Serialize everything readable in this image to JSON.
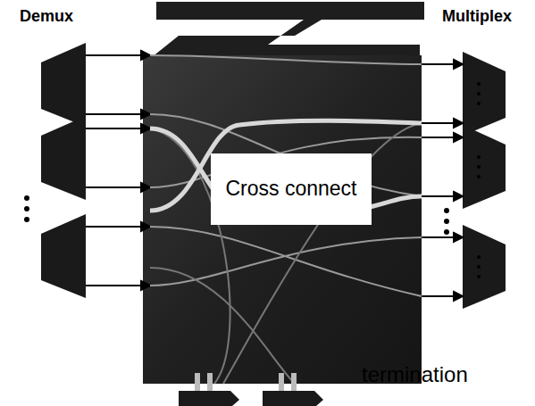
{
  "diagram": {
    "nodes": [
      {
        "text": [
          "Cross connect"
        ]
      }
    ],
    "edges": [],
    "labels": [
      "Demux",
      "Multiplex",
      "termination"
    ]
  }
}
